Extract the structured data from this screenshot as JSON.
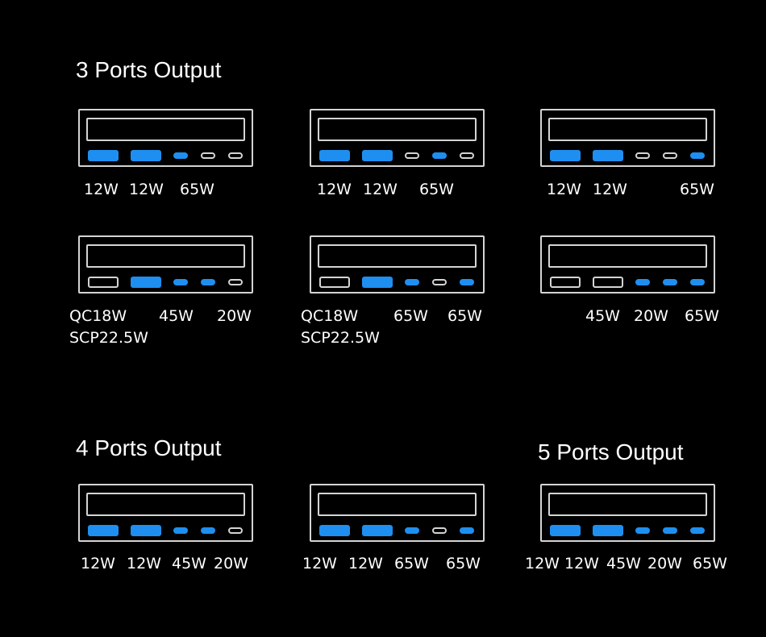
{
  "headings": {
    "three_ports": "3 Ports Output",
    "four_ports": "4 Ports Output",
    "five_ports": "5 Ports Output"
  },
  "colors": {
    "background": "#000000",
    "outline": "#d4d4d4",
    "active_port": "#1e8ff0",
    "text": "#ffffff"
  },
  "port_layout": [
    "usb-a",
    "usb-a",
    "usb-c",
    "usb-c",
    "usb-c"
  ],
  "devices": [
    {
      "group": "3 ports",
      "active": [
        true,
        true,
        true,
        false,
        false
      ],
      "labels": [
        "12W",
        "12W",
        "65W"
      ]
    },
    {
      "group": "3 ports",
      "active": [
        true,
        true,
        false,
        true,
        false
      ],
      "labels": [
        "12W",
        "12W",
        "65W"
      ]
    },
    {
      "group": "3 ports",
      "active": [
        true,
        true,
        false,
        false,
        true
      ],
      "labels": [
        "12W",
        "12W",
        "65W"
      ]
    },
    {
      "group": "3 ports",
      "active": [
        false,
        true,
        true,
        true,
        false
      ],
      "labels": [
        "QC18W",
        "SCP22.5W",
        "45W",
        "20W"
      ]
    },
    {
      "group": "3 ports",
      "active": [
        false,
        true,
        true,
        false,
        true
      ],
      "labels": [
        "QC18W",
        "SCP22.5W",
        "65W",
        "65W"
      ]
    },
    {
      "group": "3 ports",
      "active": [
        false,
        false,
        true,
        true,
        true
      ],
      "labels": [
        "45W",
        "20W",
        "65W"
      ]
    },
    {
      "group": "4 ports",
      "active": [
        true,
        true,
        true,
        true,
        false
      ],
      "labels": [
        "12W",
        "12W",
        "45W",
        "20W"
      ]
    },
    {
      "group": "4 ports",
      "active": [
        true,
        true,
        true,
        false,
        true
      ],
      "labels": [
        "12W",
        "12W",
        "65W",
        "65W"
      ]
    },
    {
      "group": "5 ports",
      "active": [
        true,
        true,
        true,
        true,
        true
      ],
      "labels": [
        "12W",
        "12W",
        "45W",
        "20W",
        "65W"
      ]
    }
  ]
}
